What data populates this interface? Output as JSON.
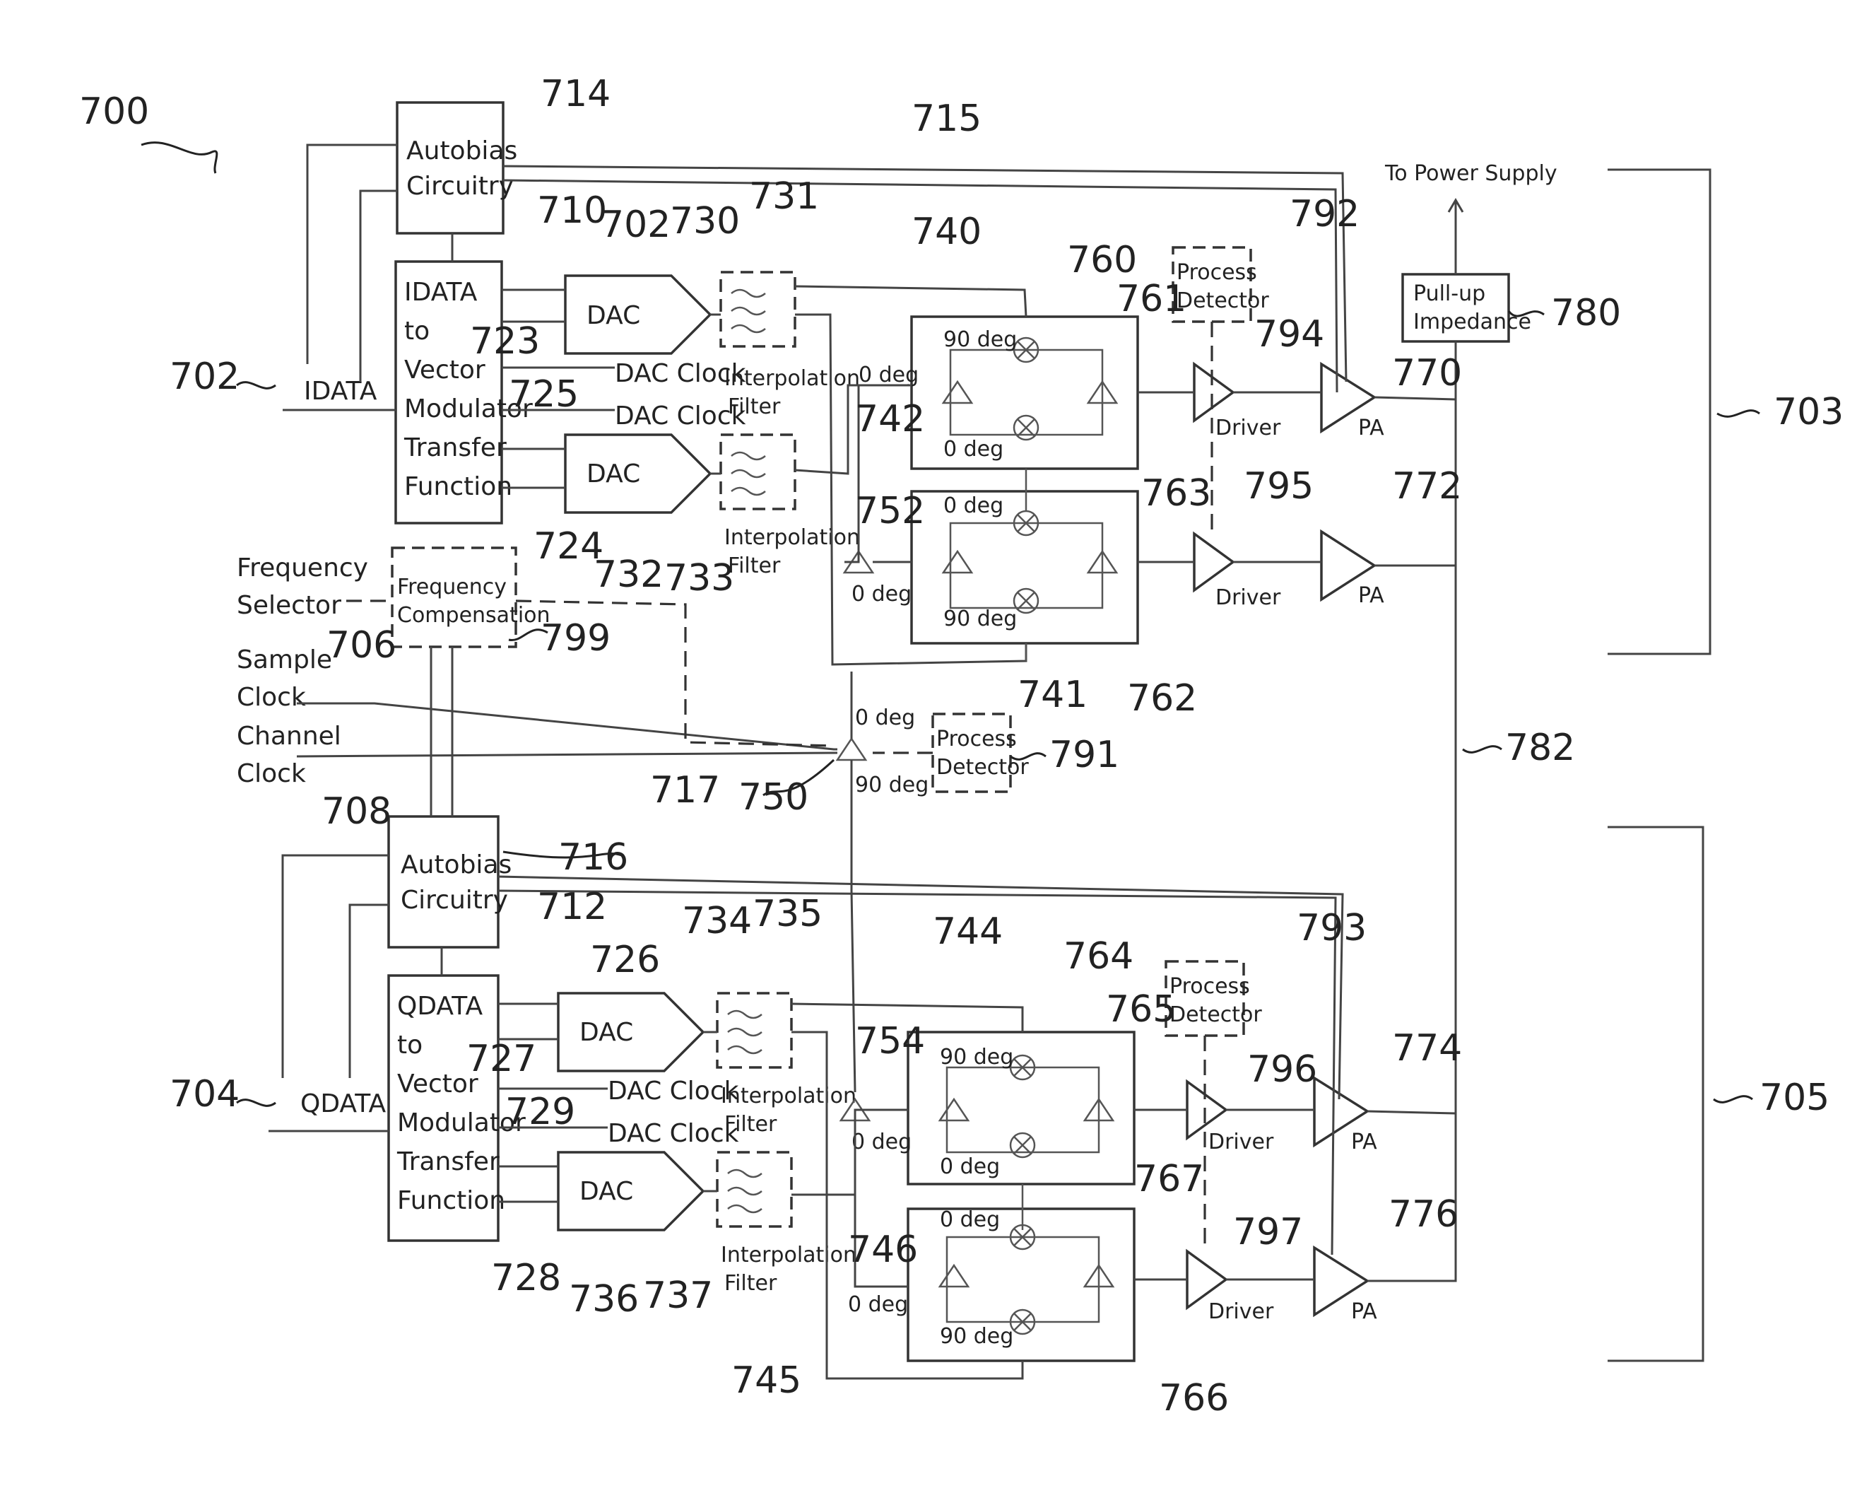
{
  "figure_number": "700",
  "blocks": {
    "autobias_top": "Autobias\nCircuitry",
    "autobias_bottom": "Autobias\nCircuitry",
    "idata_transfer": "IDATA\nto\nVector\nModulator\nTransfer\nFunction",
    "qdata_transfer": "QDATA\nto\nVector\nModulator\nTransfer\nFunction",
    "dac": "DAC",
    "dac_clock": "DAC Clock",
    "interpolation_filter": "Interpolation\nFilter",
    "frequency_compensation": "Frequency\nCompensation",
    "process_detector": "Process\nDetector",
    "pullup_impedance": "Pull-up\nImpedance",
    "driver": "Driver",
    "pa": "PA"
  },
  "signals": {
    "idata": "IDATA",
    "qdata": "QDATA",
    "frequency_selector": "Frequency\nSelector",
    "sample_clock": "Sample\nClock",
    "channel_clock": "Channel\nClock",
    "to_power_supply": "To Power Supply"
  },
  "phase_labels": {
    "deg0": "0 deg",
    "deg90": "90 deg"
  },
  "reference_numerals": [
    "700",
    "702",
    "702",
    "703",
    "704",
    "705",
    "706",
    "708",
    "710",
    "712",
    "714",
    "715",
    "716",
    "717",
    "723",
    "724",
    "725",
    "726",
    "727",
    "728",
    "729",
    "730",
    "731",
    "732",
    "733",
    "734",
    "735",
    "736",
    "737",
    "740",
    "741",
    "742",
    "744",
    "745",
    "746",
    "750",
    "752",
    "754",
    "760",
    "761",
    "762",
    "763",
    "764",
    "765",
    "766",
    "767",
    "770",
    "772",
    "774",
    "776",
    "780",
    "782",
    "791",
    "792",
    "793",
    "794",
    "795",
    "796",
    "797",
    "799"
  ]
}
